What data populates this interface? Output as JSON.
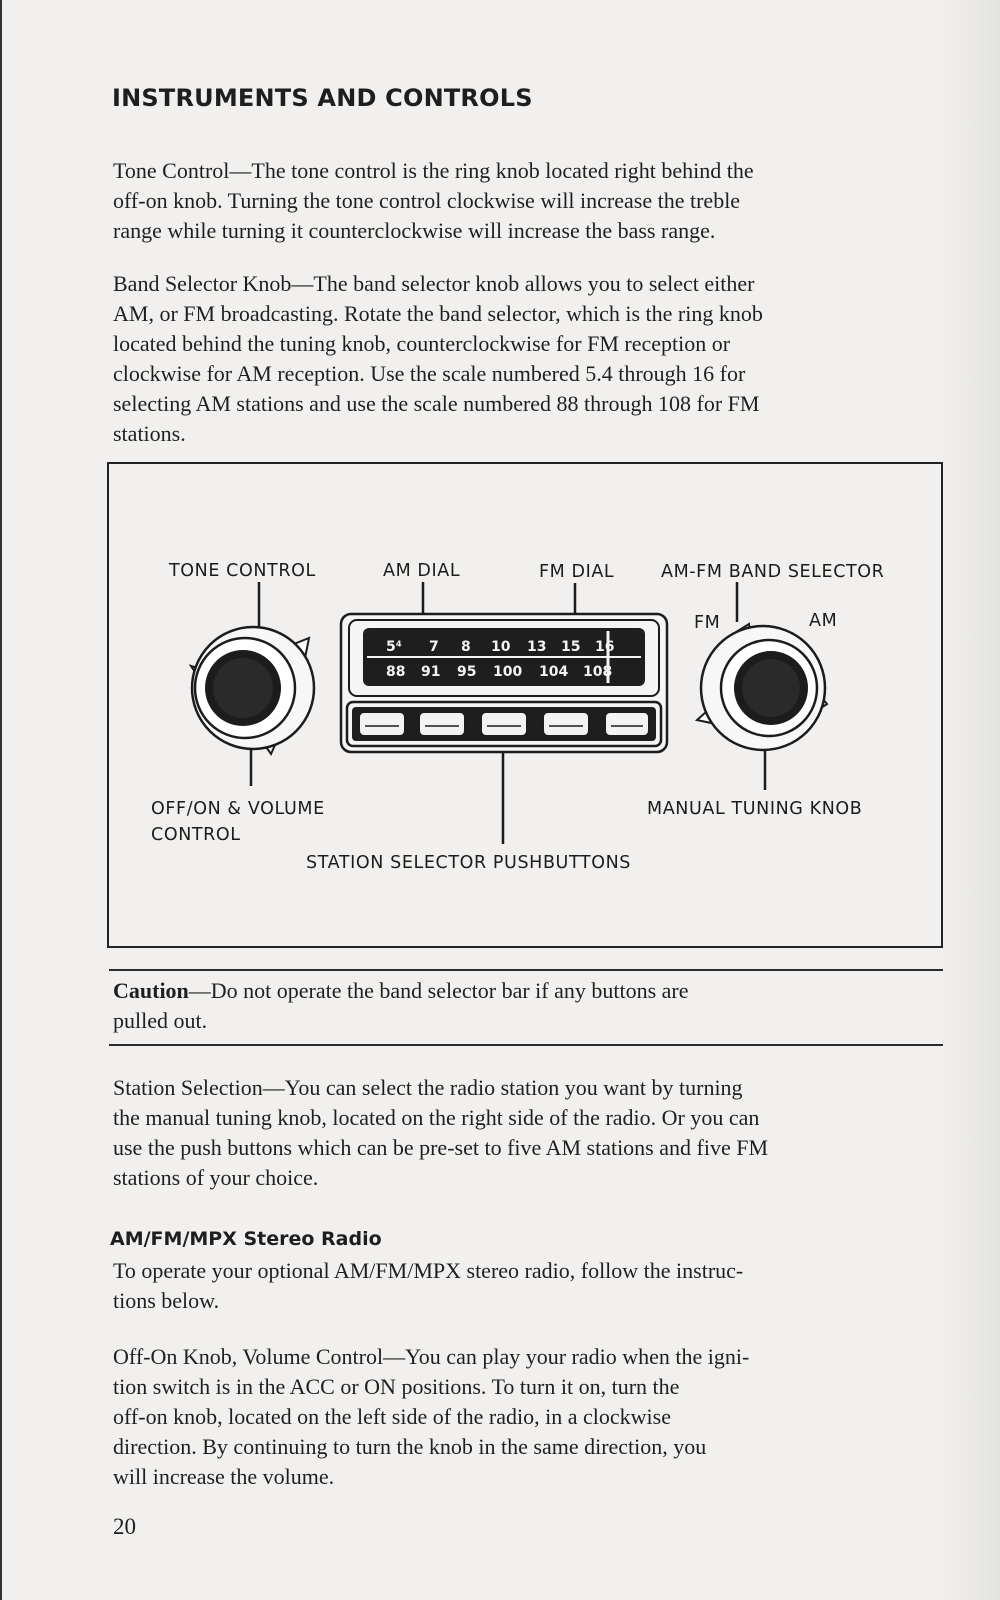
{
  "heading": "INSTRUMENTS AND CONTROLS",
  "tone_control_para": [
    "Tone Control—The tone control is the ring knob located right behind the",
    "off-on knob. Turning the tone control clockwise will increase the treble",
    "range while turning it counterclockwise will increase the bass range."
  ],
  "band_selector_para": [
    "Band Selector Knob—The band selector knob allows you to select either",
    "AM, or FM broadcasting. Rotate the band selector, which is the ring knob",
    "located behind the tuning knob, counterclockwise for FM reception or",
    "clockwise for AM reception. Use the scale numbered 5.4 through 16 for",
    "selecting AM stations and use the scale numbered 88 through 108 for FM",
    "stations."
  ],
  "figure": {
    "labels": {
      "tone_control": "TONE CONTROL",
      "am_dial": "AM DIAL",
      "fm_dial": "FM DIAL",
      "band_selector": "AM-FM BAND SELECTOR",
      "fm": "FM",
      "am": "AM",
      "off_on_line1": "OFF/ON & VOLUME",
      "off_on_line2": "CONTROL",
      "manual_tuning": "MANUAL TUNING KNOB",
      "pushbuttons": "STATION SELECTOR PUSHBUTTONS"
    },
    "am_scale": [
      "5⁴",
      "7",
      "8",
      "10",
      "13",
      "15",
      "16"
    ],
    "fm_scale": [
      "88",
      "91",
      "95",
      "100",
      "104",
      "108"
    ]
  },
  "caution": {
    "label": "Caution",
    "line1": "—Do not operate the band selector bar if any buttons are",
    "line2": "pulled out."
  },
  "station_selection_para": [
    "Station Selection—You can select the radio station you want by turning",
    "the manual tuning knob, located on the right side of the radio. Or you can",
    "use the push buttons which can be pre-set to five AM stations and five FM",
    "stations of your choice."
  ],
  "stereo_heading": "AM/FM/MPX Stereo Radio",
  "stereo_para": [
    "To operate your optional AM/FM/MPX stereo radio, follow the instruc-",
    "tions below."
  ],
  "offon_para": [
    "Off-On Knob, Volume Control—You can play your radio when the igni-",
    "tion switch is in the ACC or ON positions. To turn it on, turn the",
    "off-on knob, located on the left side of the radio, in a clockwise",
    "direction. By continuing to turn the knob in the same direction, you",
    "will increase the volume."
  ],
  "page_number": "20"
}
